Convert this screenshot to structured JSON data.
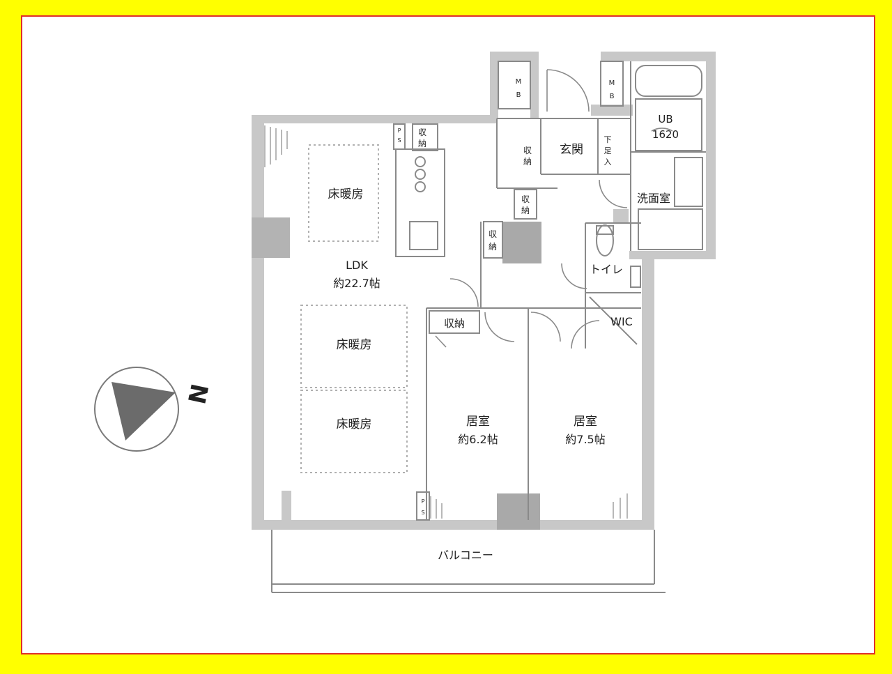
{
  "colors": {
    "background": "#ffff00",
    "border": "#e0302a",
    "wall": "#c8c8c8",
    "wall_dark": "#a9a9a9",
    "line": "#8a8a8a",
    "compass": "#6b6b6b"
  },
  "compass": {
    "north_label": "N"
  },
  "rooms": {
    "ldk_name": "LDK",
    "ldk_size": "約22.7帖",
    "floor_heat_1": "床暖房",
    "floor_heat_2": "床暖房",
    "floor_heat_3": "床暖房",
    "room1_name": "居室",
    "room1_size": "約6.2帖",
    "room2_name": "居室",
    "room2_size": "約7.5帖",
    "entrance": "玄関",
    "unit_bath_name": "UB",
    "unit_bath_size": "1620",
    "washroom": "洗面室",
    "toilet": "トイレ",
    "wic": "WIC",
    "balcony": "バルコニー",
    "storage_main": "収納",
    "storage_v1": [
      "収",
      "納"
    ],
    "storage_v2": [
      "収",
      "納"
    ],
    "storage_v3": [
      "収",
      "納"
    ],
    "storage_v4": [
      "収",
      "納"
    ],
    "shoe_box": [
      "下",
      "足",
      "入"
    ],
    "mb1": [
      "M",
      "B"
    ],
    "mb2": [
      "M",
      "B"
    ],
    "ps1": [
      "P",
      "S"
    ],
    "ps2": [
      "P",
      "S"
    ]
  }
}
